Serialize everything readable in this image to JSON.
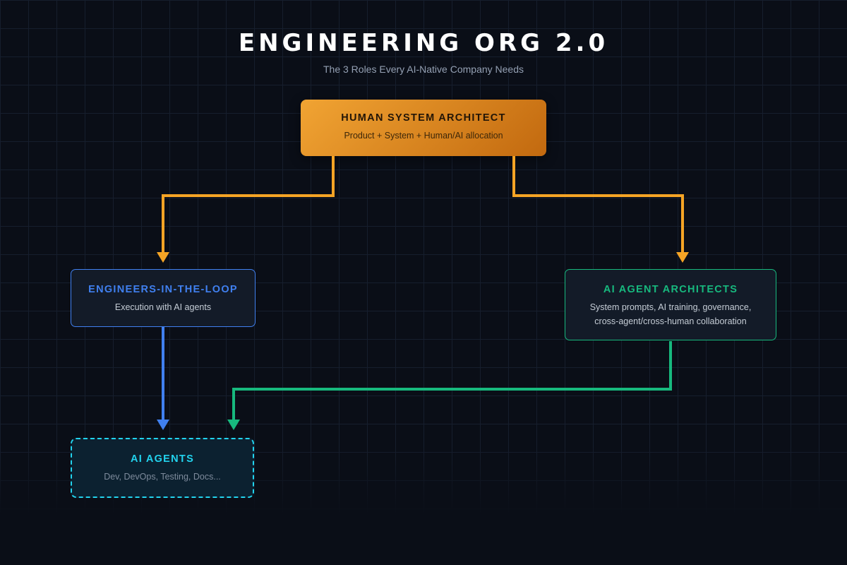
{
  "header": {
    "title": "ENGINEERING ORG 2.0",
    "subtitle": "The 3 Roles Every AI-Native Company Needs"
  },
  "diagram": {
    "nodes": [
      {
        "id": "human-system-architect",
        "title": "HUMAN SYSTEM ARCHITECT",
        "subtitle": "Product + System + Human/AI allocation",
        "accent": "#f5a425"
      },
      {
        "id": "engineers-in-the-loop",
        "title": "ENGINEERS-IN-THE-LOOP",
        "subtitle": "Execution with AI agents",
        "accent": "#4080f0"
      },
      {
        "id": "ai-agent-architects",
        "title": "AI AGENT ARCHITECTS",
        "subtitle": "System prompts, AI training, governance, cross-agent/cross-human collaboration",
        "accent": "#17b97e"
      },
      {
        "id": "ai-agents",
        "title": "AI AGENTS",
        "subtitle": "Dev, DevOps, Testing, Docs...",
        "accent": "#22d3ee"
      }
    ],
    "edges": [
      {
        "from": "human-system-architect",
        "to": "engineers-in-the-loop",
        "color": "#f5a425"
      },
      {
        "from": "human-system-architect",
        "to": "ai-agent-architects",
        "color": "#f5a425"
      },
      {
        "from": "engineers-in-the-loop",
        "to": "ai-agents",
        "color": "#4080f0"
      },
      {
        "from": "ai-agent-architects",
        "to": "ai-agents",
        "color": "#17b97e"
      }
    ]
  },
  "colors": {
    "background": "#0a0e17",
    "grid-line": "#263349",
    "orange": "#f5a425",
    "orange-grad-start": "#f1a433",
    "orange-grad-end": "#c2690f",
    "blue": "#4080f0",
    "green": "#17b97e",
    "cyan": "#22d3ee",
    "title": "#ffffff",
    "subtitle": "#94a0b3",
    "node-text": "#c5cdd6",
    "muted-text": "#7e8b9c",
    "dark-text": "#221507",
    "dark-subtext": "#3d2709",
    "node-bg": "#131b28",
    "cyan-bg": "#0c2130"
  }
}
